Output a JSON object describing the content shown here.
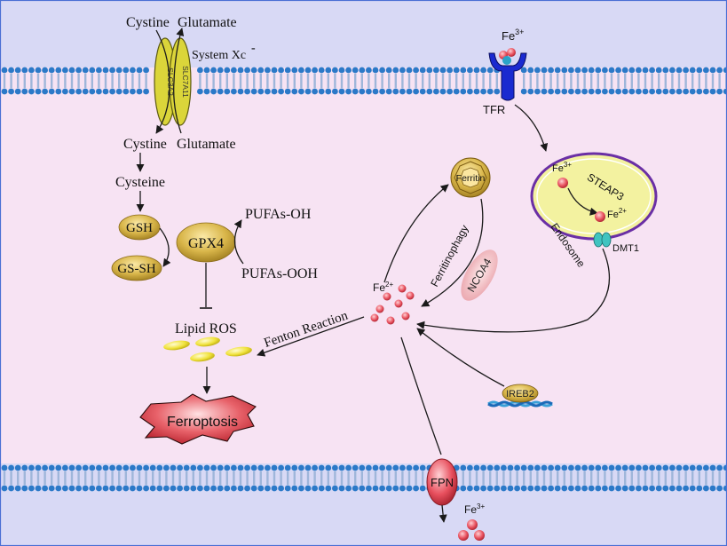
{
  "colors": {
    "outside_bg": "#d8d9f5",
    "cytoplasm_bg": "#f7e3f3",
    "membrane_head": "#2b79c8",
    "membrane_tail": "#9fb6da",
    "gold": "#d9b64a",
    "lipid_yellow": "#f0e23a",
    "iron_red": "#e8505e",
    "ferroptosis_red": "#d93a44",
    "receptor_blue": "#1a2ad0",
    "endosome_purple": "#6a2fa5",
    "endosome_fill": "#f3f2a0"
  },
  "transporter": {
    "top_left_label": "Cystine",
    "top_right_label": "Glutamate",
    "subunit_a": "SLC3A2",
    "subunit_b": "SLC7A11",
    "system_label": "System Xc",
    "system_superscript": "-",
    "bottom_left_label": "Cystine",
    "bottom_right_label": "Glutamate"
  },
  "pathway": {
    "cysteine": "Cysteine",
    "gsh": "GSH",
    "gssh": "GS-SH",
    "gpx4": "GPX4",
    "pufas_oh": "PUFAs-OH",
    "pufas_ooh": "PUFAs-OOH",
    "lipid_ros": "Lipid ROS",
    "ferroptosis": "Ferroptosis",
    "fenton": "Fenton Reaction"
  },
  "iron": {
    "fe3_top": "Fe",
    "fe3_top_charge": "3+",
    "tfr": "TFR",
    "endosome": "Endosome",
    "steap3": "STEAP3",
    "fe3_endo": "Fe",
    "fe3_endo_charge": "3+",
    "fe2_endo": "Fe",
    "fe2_endo_charge": "2+",
    "dmt1": "DMT1",
    "ferritin": "Ferritin",
    "ferritinophagy": "Ferritinophagy",
    "ncoa4": "NCOA4",
    "fe2_pool": "Fe",
    "fe2_pool_charge": "2+",
    "ireb2": "IREB2",
    "fpn": "FPN",
    "fe3_out": "Fe",
    "fe3_out_charge": "3+"
  }
}
